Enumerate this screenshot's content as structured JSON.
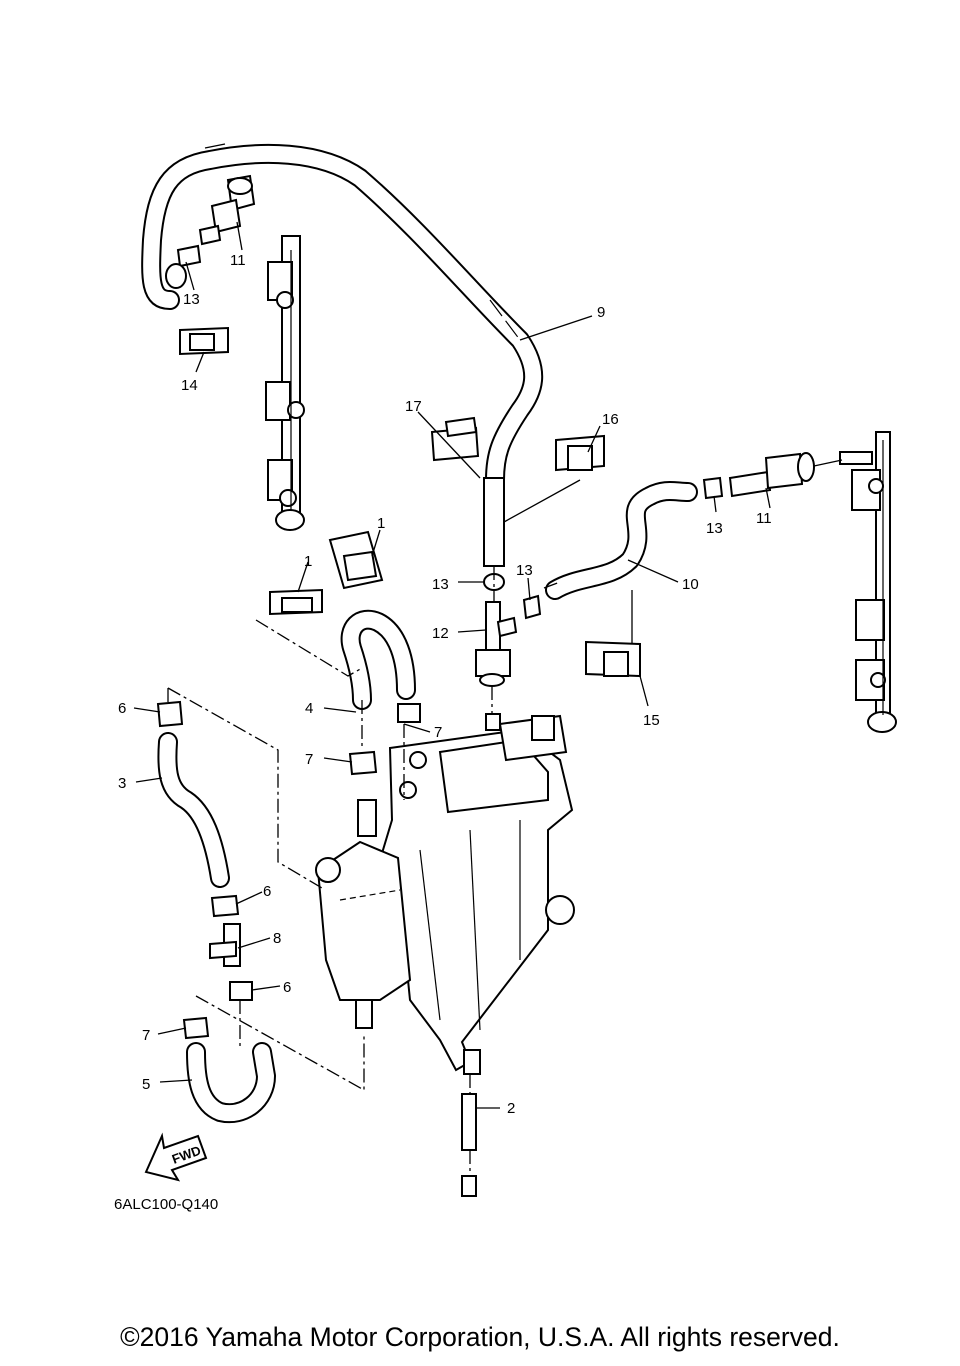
{
  "diagram": {
    "reference_code": "6ALC100-Q140",
    "fwd_label": "FWD",
    "callouts": {
      "c11a": "11",
      "c13a": "13",
      "c14": "14",
      "c9": "9",
      "c17": "17",
      "c16": "16",
      "c13b": "13",
      "c11b": "11",
      "c1a": "1",
      "c1b": "1",
      "c13c": "13",
      "c13d": "13",
      "c10": "10",
      "c12": "12",
      "c15": "15",
      "c6a": "6",
      "c4": "4",
      "c7a": "7",
      "c7b": "7",
      "c3": "3",
      "c6b": "6",
      "c8": "8",
      "c6c": "6",
      "c7c": "7",
      "c5": "5",
      "c2": "2"
    }
  },
  "footer": {
    "copyright": "©2016 Yamaha Motor Corporation, U.S.A. All rights reserved."
  }
}
